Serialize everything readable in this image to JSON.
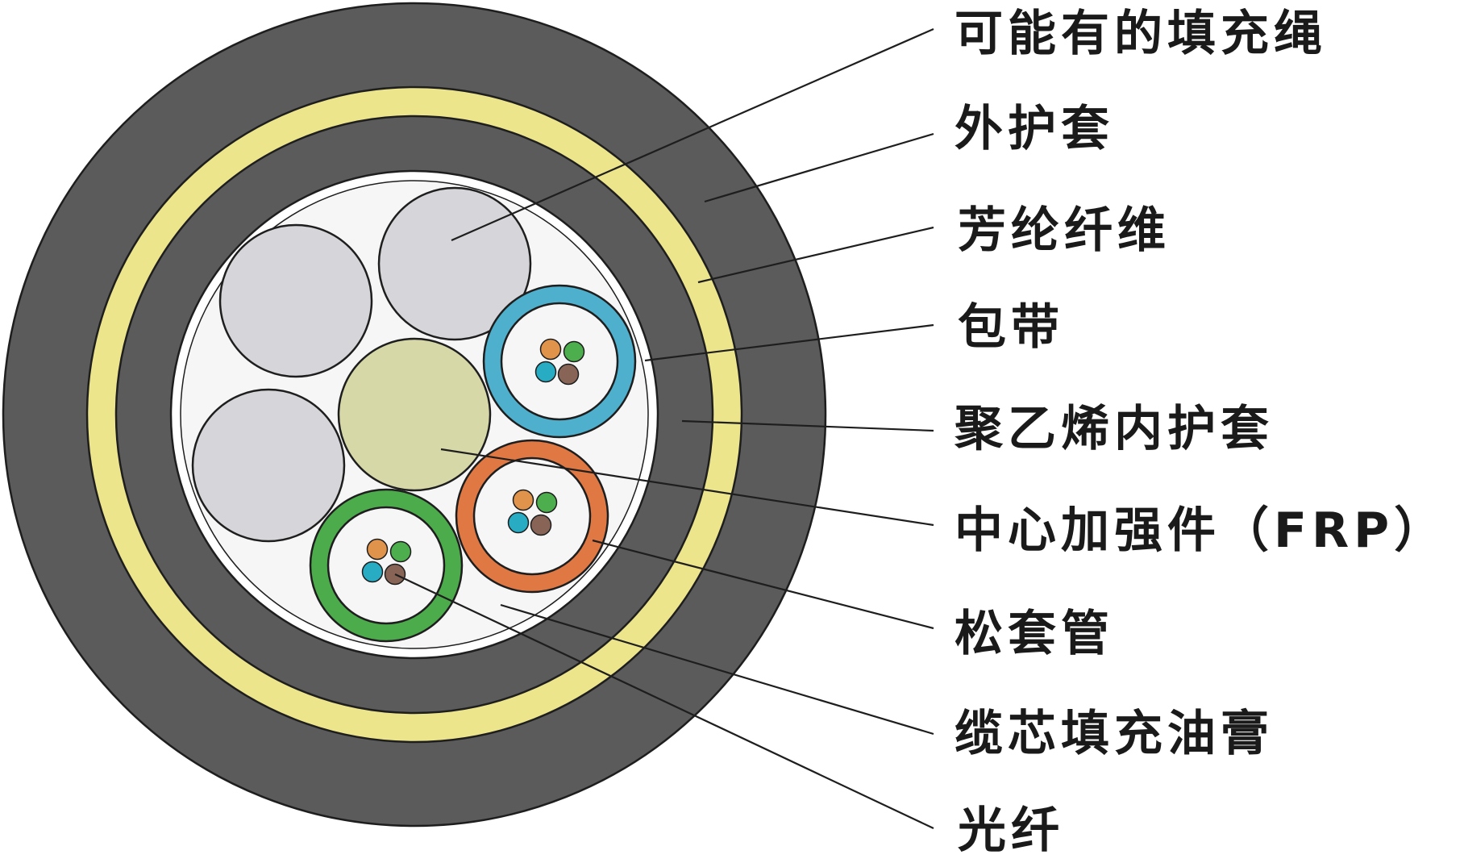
{
  "colors": {
    "outer_sheath": "#5b5b5b",
    "aramid_yarn": "#ede58c",
    "inner_sheath": "#5b5b5b",
    "wrapping_tape": "#ffffff",
    "filling_gel": "#f6f6f6",
    "filler_rope": "#d6d5d9",
    "frp": "#d6d8a8",
    "tube_blue": "#4eb0cc",
    "tube_orange": "#e07844",
    "tube_green": "#4cac4c",
    "fiber_orange": "#e0934a",
    "fiber_green": "#4cae4c",
    "fiber_blue": "#27acc4",
    "fiber_brown": "#876456",
    "outline": "#1e1e1e"
  },
  "callouts": {
    "filler_rope": "可能有的填充绳",
    "outer_sheath": "外护套",
    "aramid_yarn": "芳纶纤维",
    "wrapping_tape": "包带",
    "pe_inner_sheath": "聚乙烯内护套",
    "central_strength_member": "中心加强件（FRP）",
    "loose_tube": "松套管",
    "cable_filling_gel": "缆芯填充油膏",
    "optical_fiber": "光纤"
  }
}
